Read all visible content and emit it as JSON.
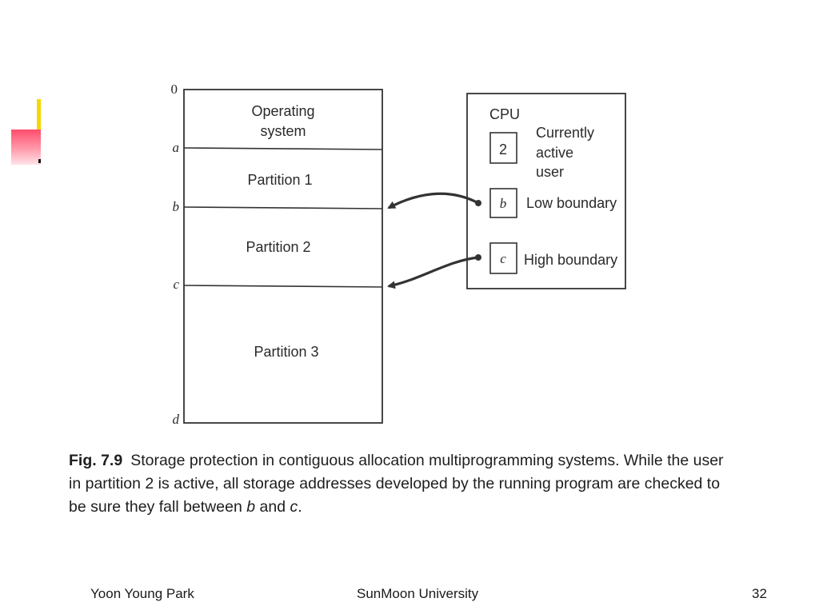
{
  "diagram": {
    "memory": {
      "addresses": [
        "0",
        "a",
        "b",
        "c",
        "d"
      ],
      "regions": [
        {
          "lines": [
            "Operating",
            "system"
          ]
        },
        {
          "lines": [
            "Partition 1"
          ]
        },
        {
          "lines": [
            "Partition 2"
          ]
        },
        {
          "lines": [
            "Partition 3"
          ]
        }
      ]
    },
    "cpu": {
      "title": "CPU",
      "active_user_value": "2",
      "active_user_label": [
        "Currently",
        "active",
        "user"
      ],
      "low_register_value": "b",
      "low_register_label": "Low boundary",
      "high_register_value": "c",
      "high_register_label": "High boundary"
    }
  },
  "caption": {
    "figure_number": "Fig. 7.9",
    "text_before_b": "Storage protection in contiguous allocation multiprogramming systems. While the user in partition 2 is active, all storage addresses developed by the running program are checked to be sure they fall between ",
    "var_b": "b",
    "text_and": " and ",
    "var_c": "c",
    "text_end": "."
  },
  "footer": {
    "author": "Yoon Young Park",
    "university": "SunMoon University",
    "page": "32"
  }
}
